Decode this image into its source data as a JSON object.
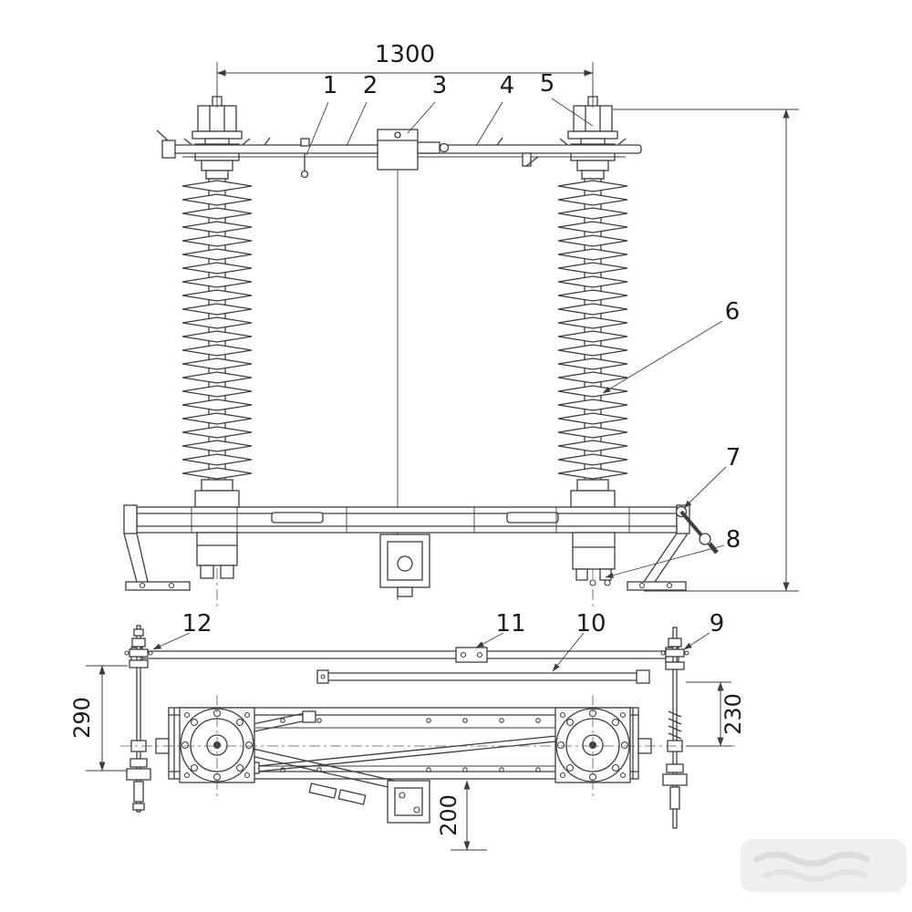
{
  "front_view": {
    "width_dimension": "1300",
    "callouts": [
      "1",
      "2",
      "3",
      "4",
      "5",
      "6",
      "7",
      "8"
    ]
  },
  "plan_view": {
    "left_dimension": "290",
    "right_dimension": "230",
    "bottom_dimension": "200",
    "callouts": [
      "9",
      "10",
      "11",
      "12"
    ]
  },
  "colors": {
    "line": "#3d3d3d",
    "text": "#1a1a1a",
    "background": "#ffffff",
    "watermark_fill": "#efefef"
  }
}
